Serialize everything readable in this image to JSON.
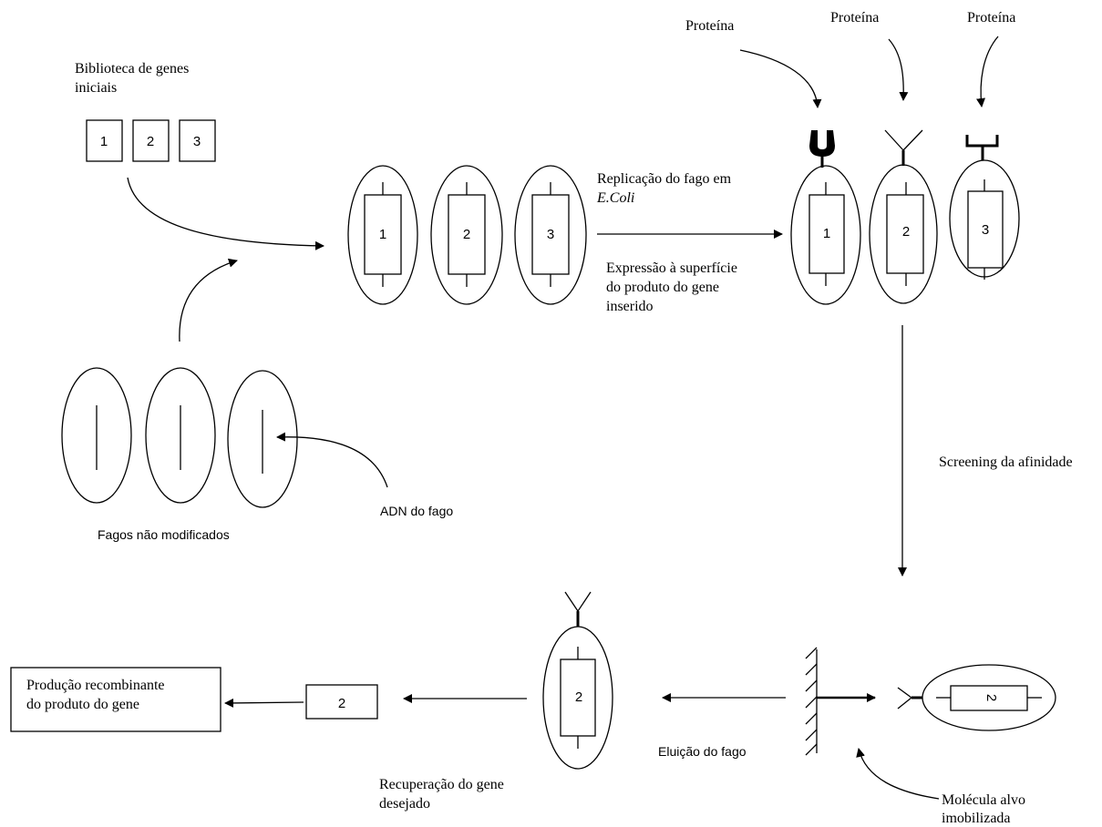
{
  "labels": {
    "library_title_line1": "Biblioteca de genes",
    "library_title_line2": "iniciais",
    "gene_1": "1",
    "gene_2": "2",
    "gene_3": "3",
    "protein_1": "Proteína",
    "protein_2": "Proteína",
    "protein_3": "Proteína",
    "replication_line1": "Replicação do fago em",
    "replication_line2": "E.Coli",
    "expression_line1": "Expressão à superfície",
    "expression_line2": "do produto do gene",
    "expression_line3": "inserido",
    "unmodified_phages": "Fagos não modificados",
    "phage_dna": "ADN do fago",
    "affinity_screening": "Screening da afinidade",
    "target_line1": "Molécula alvo",
    "target_line2": "imobilizada",
    "elution": "Eluição do fago",
    "recovery_line1": "Recuperação do gene",
    "recovery_line2": "desejado",
    "production_line1": "Produção recombinante",
    "production_line2": "do produto do gene",
    "recovered_gene": "2",
    "eluted_phage_gene": "2",
    "bound_phage_gene": "2"
  },
  "colors": {
    "stroke": "#000000",
    "background": "#ffffff"
  }
}
